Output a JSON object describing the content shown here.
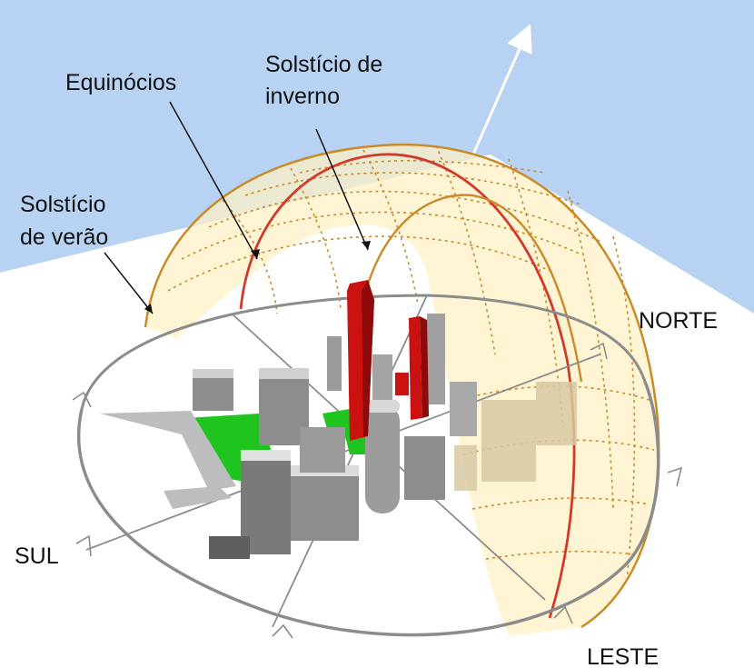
{
  "labels": {
    "equinoxes": "Equinócios",
    "winter_solstice_line1": "Solstício de",
    "winter_solstice_line2": "inverno",
    "summer_solstice_line1": "Solstício",
    "summer_solstice_line2": "de verão",
    "north": "NORTE",
    "south": "SUL",
    "east": "LESTE"
  },
  "colors": {
    "sky": "#b7d2f2",
    "ground": "#ffffff",
    "dome_fill": "#fff1c4",
    "sun_path_lines": "#c98a2a",
    "solstice_path": "#d13a2a",
    "horizon_ring": "#8c8c8c",
    "target_buildings": "#cc1111",
    "context_buildings": "#8d8d8d",
    "green_areas": "#1fc41f",
    "north_arrow": "#ffffff"
  }
}
